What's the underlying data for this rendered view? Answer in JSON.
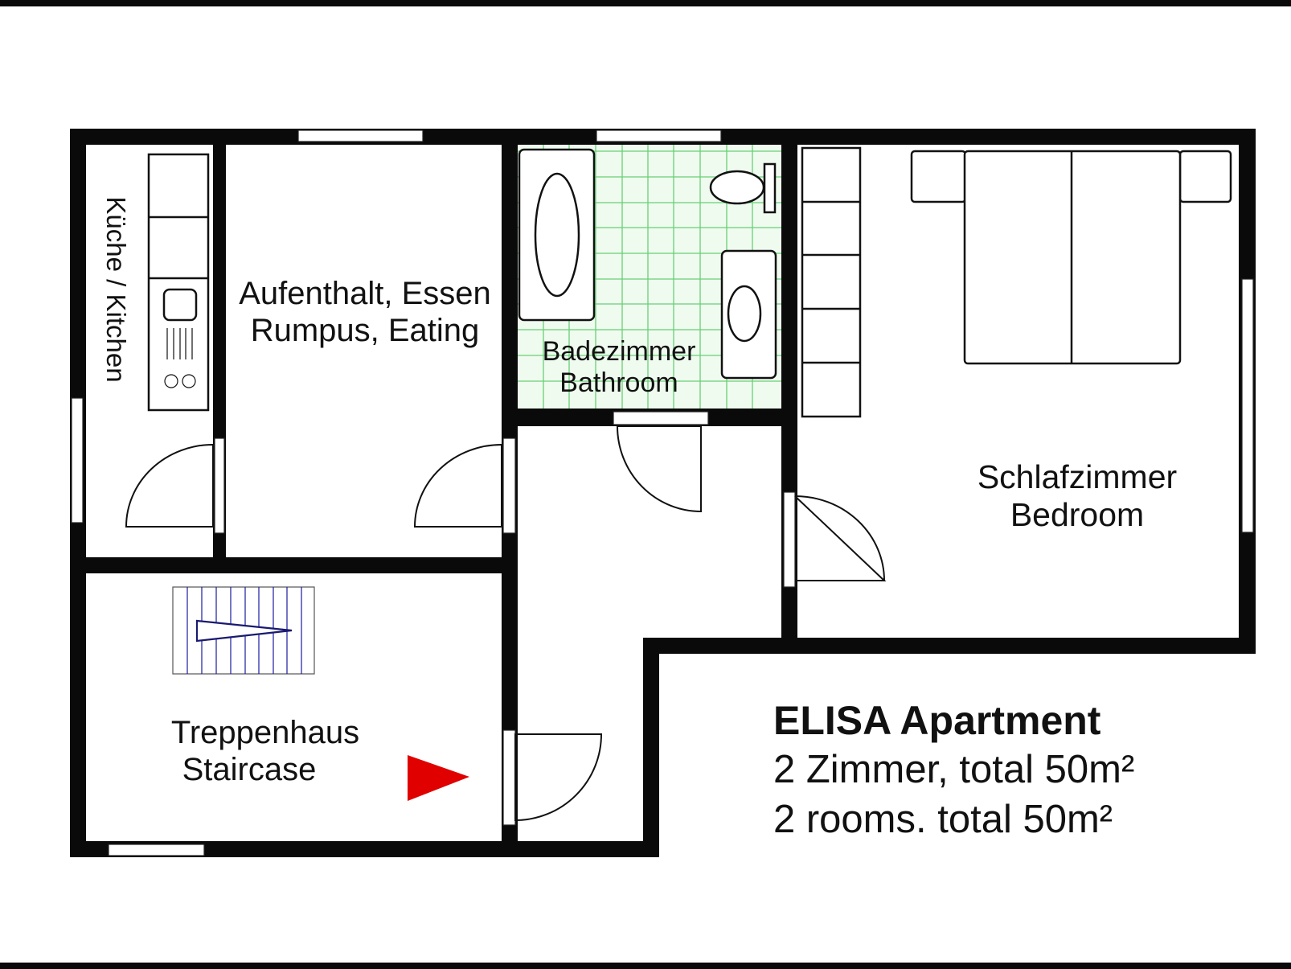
{
  "plan": {
    "title": "ELISA Apartment",
    "summary_de": "2 Zimmer, total 50m²",
    "summary_en": "2 rooms. total 50m²",
    "rooms": [
      {
        "id": "kitchen",
        "label": "Küche / Kitchen"
      },
      {
        "id": "living",
        "label_de": "Aufenthalt, Essen",
        "label_en": "Rumpus, Eating"
      },
      {
        "id": "bathroom",
        "label_de": "Badezimmer",
        "label_en": "Bathroom"
      },
      {
        "id": "bedroom",
        "label_de": "Schlafzimmer",
        "label_en": "Bedroom"
      },
      {
        "id": "staircase",
        "label_de": "Treppenhaus",
        "label_en": "Staircase"
      }
    ],
    "entrance_marker": {
      "icon": "red-arrow-icon",
      "color": "#e00000"
    },
    "colors": {
      "wall": "#0a0a0a",
      "tile_grid": "#38c24a",
      "tile_bg": "#f0fbf0",
      "stair_lines": "#1a1aa0",
      "entrance_arrow": "#e00000"
    }
  }
}
